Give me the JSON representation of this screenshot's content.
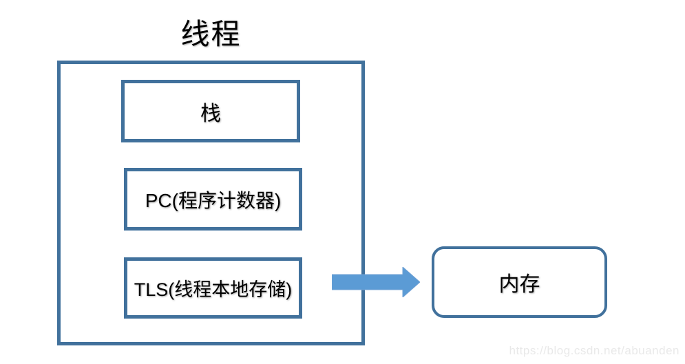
{
  "title": "线程",
  "thread_container": {
    "boxes": [
      {
        "id": "stack",
        "label": "栈"
      },
      {
        "id": "pc",
        "label": "PC(程序计数器)"
      },
      {
        "id": "tls",
        "label": "TLS(线程本地存储)"
      }
    ]
  },
  "arrow": {
    "direction": "right"
  },
  "memory_box": {
    "label": "内存"
  },
  "watermark": {
    "text": "https://blog.csdn.net/abuanden"
  },
  "colors": {
    "border_blue": "#41719C",
    "arrow_fill": "#5B9BD5",
    "arrow_edge": "#6FA0D4",
    "text_black": "#000000",
    "watermark_gray": "#E9E9E9",
    "background": "#FFFFFF"
  }
}
